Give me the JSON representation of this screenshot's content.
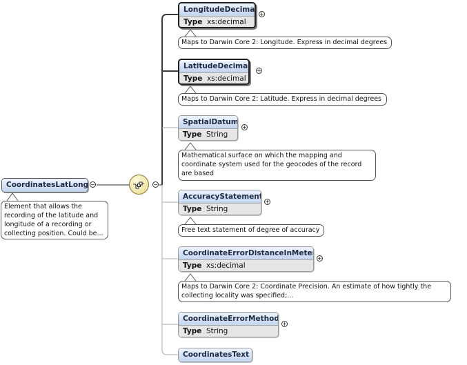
{
  "root": {
    "name": "CoordinatesLatLong",
    "doc": "Element that allows the recording of the latitude and longitude of a recording or collecting position. Could be..."
  },
  "compositor": {
    "kind": "sequence",
    "icon": "sequence-icon"
  },
  "expander_symbols": {
    "collapse": "−",
    "expand": "+"
  },
  "type_key": "Type",
  "children": [
    {
      "name": "LongitudeDecimal",
      "type": "xs:decimal",
      "required": true,
      "doc": "Maps to Darwin Core 2: Longitude. Express in decimal degrees"
    },
    {
      "name": "LatitudeDecimal",
      "type": "xs:decimal",
      "required": true,
      "doc": "Maps to Darwin Core 2: Latitude. Express in decimal degrees"
    },
    {
      "name": "SpatialDatum",
      "type": "String",
      "required": false,
      "doc": "Mathematical surface on which the mapping and coordinate system used for the geocodes of the record are based"
    },
    {
      "name": "AccuracyStatement",
      "type": "String",
      "required": false,
      "doc": "Free text statement of degree of accuracy"
    },
    {
      "name": "CoordinateErrorDistanceInMeters",
      "type": "xs:decimal",
      "required": false,
      "doc": "Maps to Darwin Core 2: Coordinate Precision. An estimate of how tightly the collecting locality was specified;..."
    },
    {
      "name": "CoordinateErrorMethod",
      "type": "String",
      "required": false,
      "doc": ""
    },
    {
      "name": "CoordinatesText",
      "type": "",
      "required": false,
      "doc": ""
    }
  ],
  "colors": {
    "title_gradient_top": "#eef4fd",
    "title_gradient_bottom": "#c2d3ee",
    "title_text": "#1c2a44",
    "type_row": "#e6e6e6",
    "sequence_fill": "#efe3a2"
  }
}
